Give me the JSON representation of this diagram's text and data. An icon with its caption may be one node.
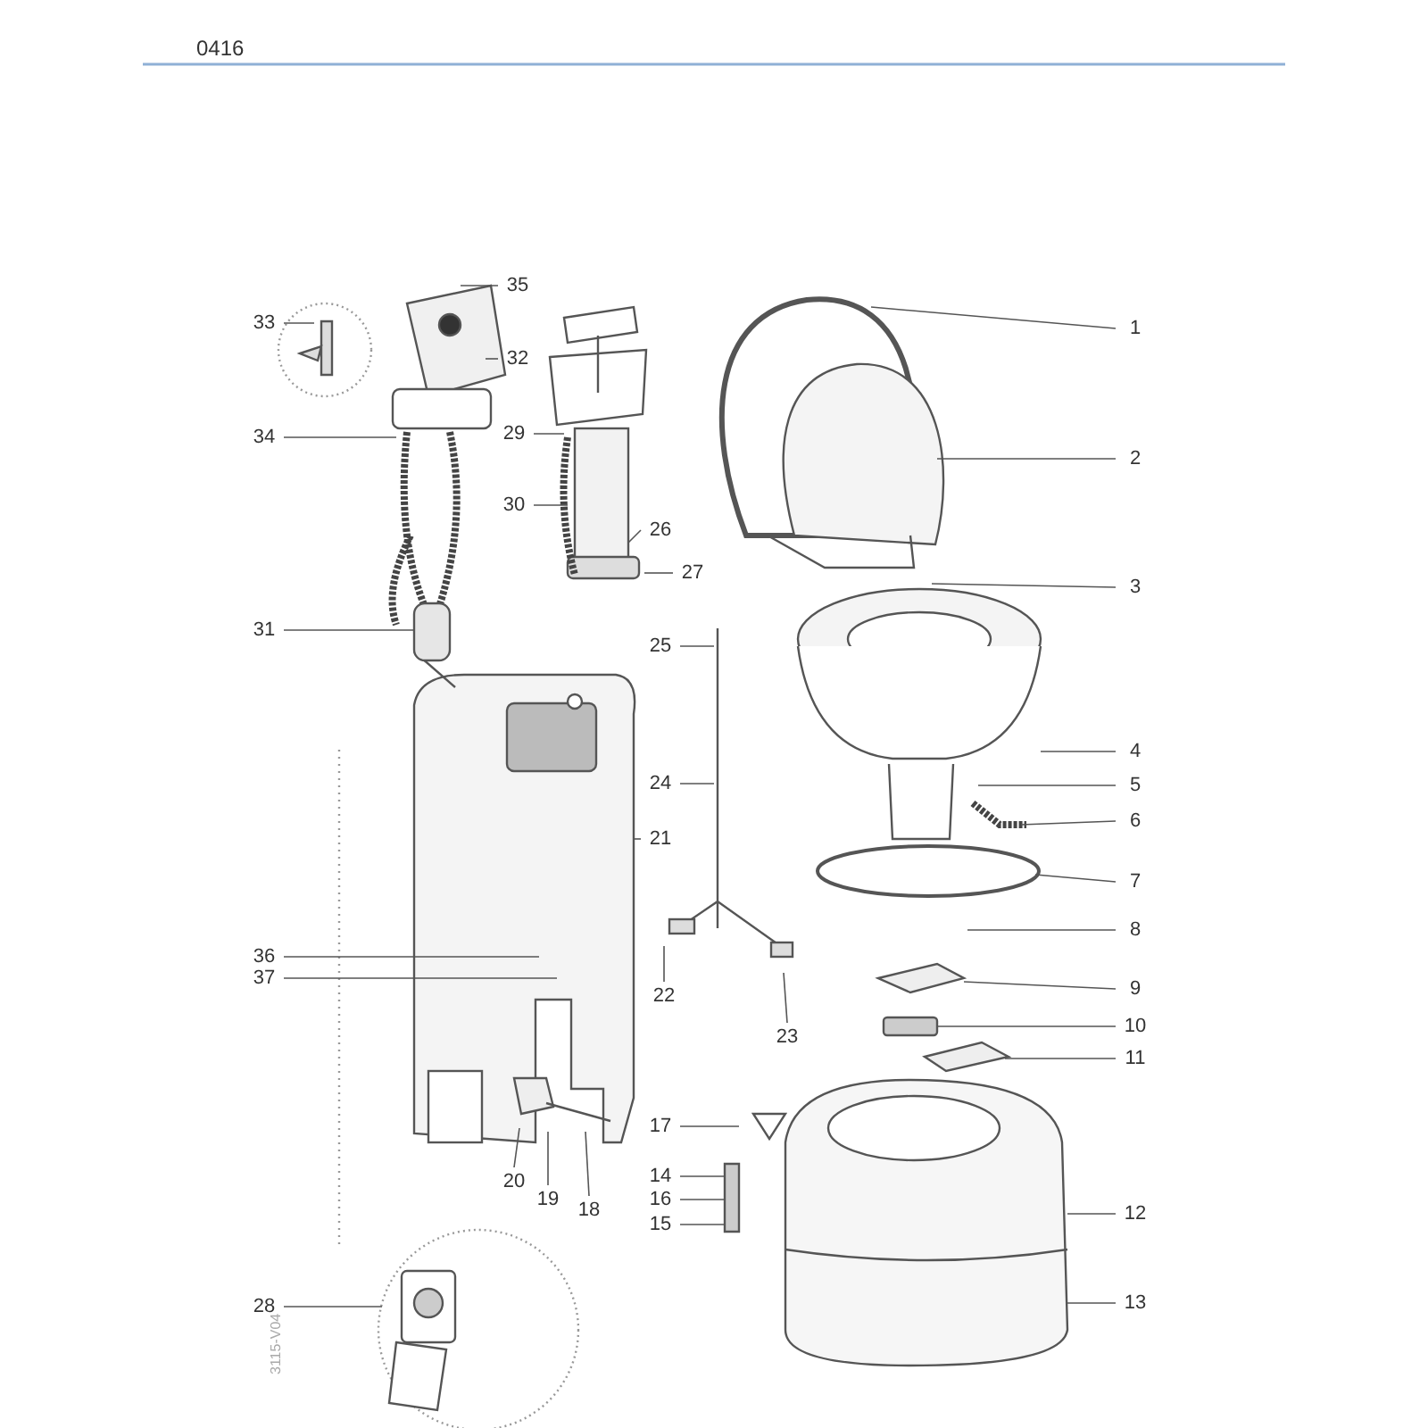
{
  "diagram": {
    "nodes": [
      {
        "text": [
          "35"
        ]
      },
      {
        "text": [
          "33"
        ]
      },
      {
        "text": [
          "1"
        ]
      },
      {
        "text": [
          "32"
        ]
      },
      {
        "text": [
          "29"
        ]
      },
      {
        "text": [
          "34"
        ]
      },
      {
        "text": [
          "2"
        ]
      },
      {
        "text": [
          "30"
        ]
      },
      {
        "text": [
          "26"
        ]
      },
      {
        "text": [
          "27"
        ]
      },
      {
        "text": [
          "3"
        ]
      },
      {
        "text": [
          "25"
        ]
      },
      {
        "text": [
          "31"
        ]
      },
      {
        "text": [
          "4"
        ]
      },
      {
        "text": [
          "24"
        ]
      },
      {
        "text": [
          "5"
        ]
      },
      {
        "text": [
          "6"
        ]
      },
      {
        "text": [
          "21"
        ]
      },
      {
        "text": [
          "7"
        ]
      },
      {
        "text": [
          "8"
        ]
      },
      {
        "text": [
          "36"
        ]
      },
      {
        "text": [
          "37"
        ]
      },
      {
        "text": [
          "9"
        ]
      },
      {
        "text": [
          "22"
        ]
      },
      {
        "text": [
          "10"
        ]
      },
      {
        "text": [
          "23"
        ]
      },
      {
        "text": [
          "11"
        ]
      },
      {
        "text": [
          "17"
        ]
      },
      {
        "text": [
          "14"
        ]
      },
      {
        "text": [
          "20"
        ]
      },
      {
        "text": [
          "19"
        ]
      },
      {
        "text": [
          "16"
        ]
      },
      {
        "text": [
          "18"
        ]
      },
      {
        "text": [
          "15"
        ]
      },
      {
        "text": [
          "12"
        ]
      },
      {
        "text": [
          "28"
        ]
      },
      {
        "text": [
          "13"
        ]
      }
    ],
    "edges": [
      {
        "from": 0,
        "to": null,
        "arrow": "none"
      },
      {
        "from": 1,
        "to": null,
        "arrow": "none"
      },
      {
        "from": 2,
        "to": null,
        "arrow": "none"
      },
      {
        "from": 3,
        "to": null,
        "arrow": "none"
      },
      {
        "from": 4,
        "to": null,
        "arrow": "none"
      },
      {
        "from": 5,
        "to": null,
        "arrow": "none"
      },
      {
        "from": 6,
        "to": null,
        "arrow": "none"
      },
      {
        "from": 7,
        "to": null,
        "arrow": "none"
      },
      {
        "from": 8,
        "to": null,
        "arrow": "none"
      },
      {
        "from": 9,
        "to": null,
        "arrow": "none"
      },
      {
        "from": 10,
        "to": null,
        "arrow": "none"
      },
      {
        "from": 11,
        "to": null,
        "arrow": "none"
      },
      {
        "from": 12,
        "to": null,
        "arrow": "none"
      },
      {
        "from": 13,
        "to": null,
        "arrow": "none"
      },
      {
        "from": 14,
        "to": null,
        "arrow": "none"
      },
      {
        "from": 15,
        "to": null,
        "arrow": "none"
      },
      {
        "from": 16,
        "to": null,
        "arrow": "none"
      },
      {
        "from": 17,
        "to": null,
        "arrow": "none"
      },
      {
        "from": 18,
        "to": null,
        "arrow": "none"
      },
      {
        "from": 19,
        "to": null,
        "arrow": "none"
      },
      {
        "from": 20,
        "to": null,
        "arrow": "none"
      },
      {
        "from": 21,
        "to": null,
        "arrow": "none"
      },
      {
        "from": 22,
        "to": null,
        "arrow": "none"
      },
      {
        "from": 23,
        "to": null,
        "arrow": "none"
      },
      {
        "from": 24,
        "to": null,
        "arrow": "none"
      },
      {
        "from": 25,
        "to": null,
        "arrow": "none"
      },
      {
        "from": 26,
        "to": null,
        "arrow": "none"
      },
      {
        "from": 27,
        "to": null,
        "arrow": "none"
      },
      {
        "from": 28,
        "to": null,
        "arrow": "none"
      },
      {
        "from": 29,
        "to": null,
        "arrow": "none"
      },
      {
        "from": 30,
        "to": null,
        "arrow": "none"
      },
      {
        "from": 31,
        "to": null,
        "arrow": "none"
      },
      {
        "from": 32,
        "to": null,
        "arrow": "none"
      },
      {
        "from": 33,
        "to": null,
        "arrow": "none"
      },
      {
        "from": 34,
        "to": null,
        "arrow": "none"
      },
      {
        "from": 35,
        "to": null,
        "arrow": "none"
      },
      {
        "from": 36,
        "to": null,
        "arrow": "none"
      }
    ],
    "labels": [
      "0416",
      "3115-V04"
    ]
  }
}
